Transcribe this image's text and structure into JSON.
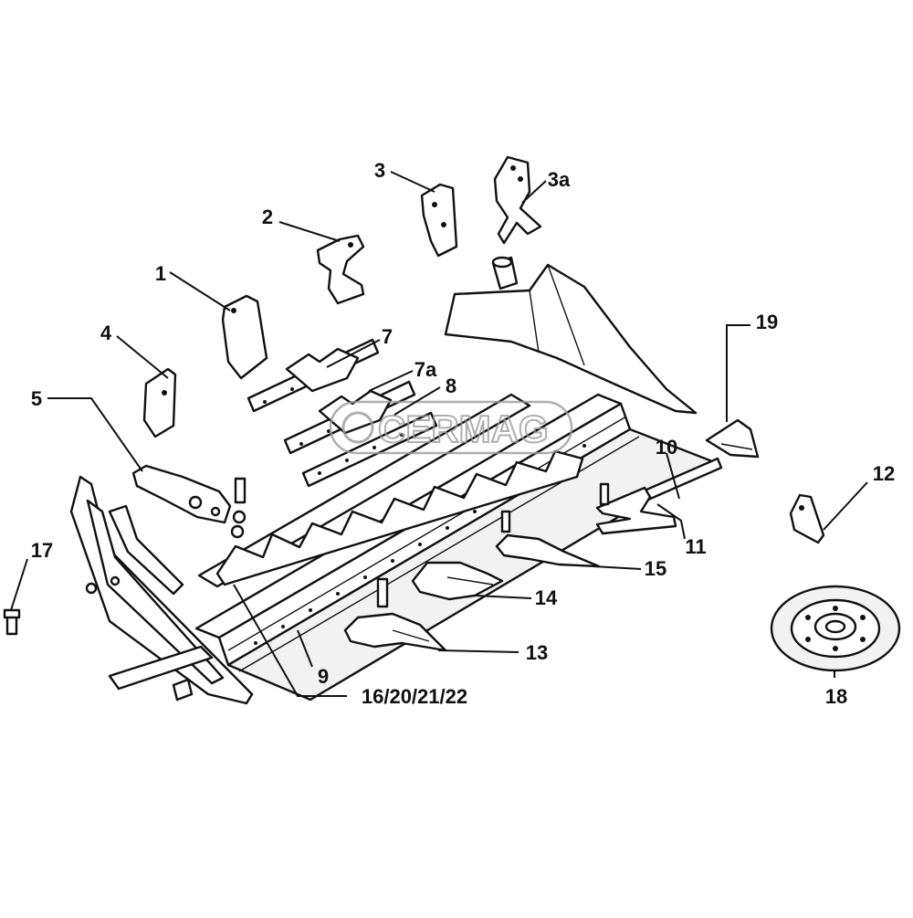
{
  "watermark": {
    "text": "CERMAG"
  },
  "callouts": [
    {
      "id": "c1",
      "label": "1"
    },
    {
      "id": "c2",
      "label": "2"
    },
    {
      "id": "c3",
      "label": "3"
    },
    {
      "id": "c3a",
      "label": "3a"
    },
    {
      "id": "c4",
      "label": "4"
    },
    {
      "id": "c5",
      "label": "5"
    },
    {
      "id": "c7",
      "label": "7"
    },
    {
      "id": "c7a",
      "label": "7a"
    },
    {
      "id": "c8",
      "label": "8"
    },
    {
      "id": "c9",
      "label": "9"
    },
    {
      "id": "c10",
      "label": "10"
    },
    {
      "id": "c11",
      "label": "11"
    },
    {
      "id": "c12",
      "label": "12"
    },
    {
      "id": "c13",
      "label": "13"
    },
    {
      "id": "c14",
      "label": "14"
    },
    {
      "id": "c15",
      "label": "15"
    },
    {
      "id": "c16",
      "label": "16/20/21/22"
    },
    {
      "id": "c17",
      "label": "17"
    },
    {
      "id": "c18",
      "label": "18"
    },
    {
      "id": "c19",
      "label": "19"
    }
  ]
}
